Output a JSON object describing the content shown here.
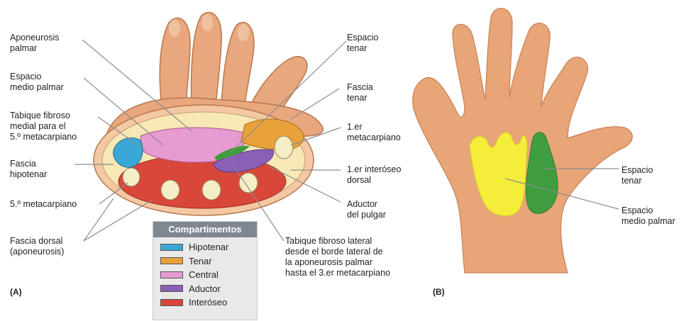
{
  "panel_a": {
    "tag": "(A)",
    "labels": {
      "aponeurosis_palmar": [
        "Aponeurosis",
        "palmar"
      ],
      "espacio_medio_palmar": [
        "Espacio",
        "medio palmar"
      ],
      "tabique_medial": [
        "Tabique fibroso",
        "medial para el",
        "5.º metacarpiano"
      ],
      "fascia_hipotenar": [
        "Fascia",
        "hipotenar"
      ],
      "quinto_metacarpiano": [
        "5.º metacarpiano"
      ],
      "fascia_dorsal": [
        "Fascia dorsal",
        "(aponeurosis)"
      ],
      "espacio_tenar": [
        "Espacio",
        "tenar"
      ],
      "fascia_tenar": [
        "Fascia",
        "tenar"
      ],
      "primer_metacarpiano": [
        "1.er",
        "metacarpiano"
      ],
      "primer_interoseo": [
        "1.er interóseo",
        "dorsal"
      ],
      "aductor_pulgar": [
        "Aductor",
        "del pulgar"
      ],
      "tabique_lateral": [
        "Tabique fibroso lateral",
        "desde el borde lateral de",
        "la aponeurosis palmar",
        "hasta el 3.er metacarpiano"
      ]
    },
    "legend": {
      "title": "Compartimentos",
      "items": [
        {
          "label": "Hipotenar",
          "color": "#3aa7d6"
        },
        {
          "label": "Tenar",
          "color": "#e9a23b"
        },
        {
          "label": "Central",
          "color": "#e79bd0"
        },
        {
          "label": "Aductor",
          "color": "#8a5fb5"
        },
        {
          "label": "Interóseo",
          "color": "#d9473a"
        }
      ]
    }
  },
  "panel_b": {
    "tag": "(B)",
    "labels": {
      "espacio_tenar": [
        "Espacio",
        "tenar"
      ],
      "espacio_medio_palmar": [
        "Espacio",
        "medio palmar"
      ]
    }
  },
  "colors": {
    "skin": "#e7a578",
    "skin_dark": "#c97f55",
    "yellow_space": "#f4ee3a",
    "green_space": "#3f9d3f"
  }
}
